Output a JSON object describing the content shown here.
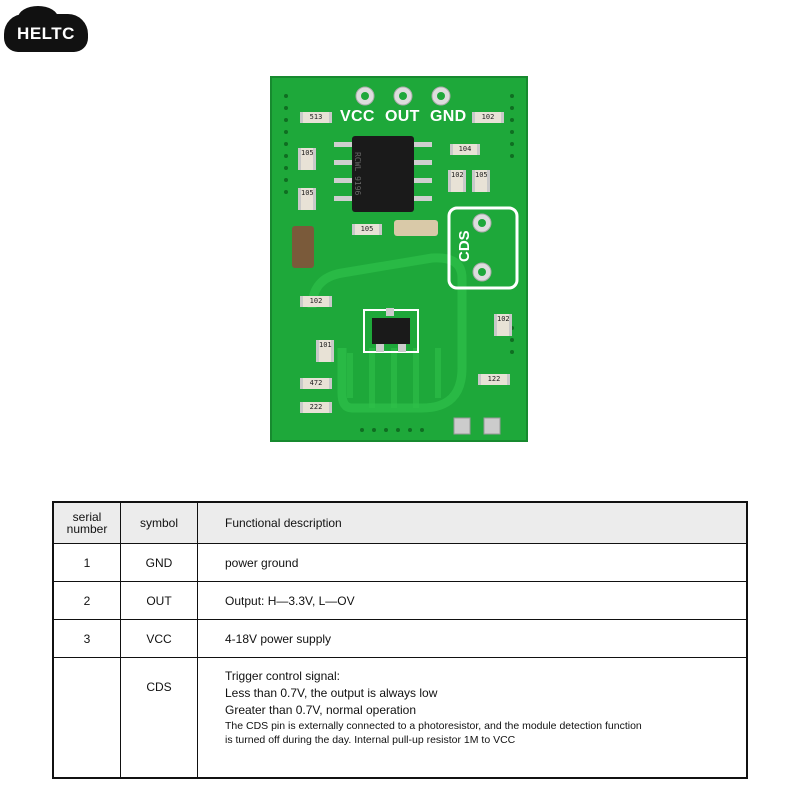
{
  "logo": {
    "text": "HELTC"
  },
  "board": {
    "pins": [
      "VCC",
      "OUT",
      "GND"
    ],
    "cds_label": "CDS",
    "components": [
      "513",
      "105",
      "105",
      "105",
      "102",
      "104",
      "102",
      "105",
      "102",
      "101",
      "472",
      "222",
      "122",
      "102"
    ],
    "chip_marking": "RCWL 9196"
  },
  "table": {
    "headers": {
      "serial": [
        "serial",
        "number"
      ],
      "symbol": "symbol",
      "description": "Functional description"
    },
    "rows": [
      {
        "num": "1",
        "symbol": "GND",
        "desc": "power ground"
      },
      {
        "num": "2",
        "symbol": "OUT",
        "desc": "Output: H—3.3V, L—OV"
      },
      {
        "num": "3",
        "symbol": "VCC",
        "desc": "4-18V power supply"
      }
    ],
    "last_row": {
      "num": "",
      "symbol": "CDS",
      "lines": [
        "Trigger control signal:",
        "Less than 0.7V, the output is always low",
        "Greater than 0.7V, normal operation"
      ],
      "notes": [
        "The CDS pin is externally connected to a photoresistor, and the module detection function",
        "is turned off during the day. Internal pull-up resistor 1M to VCC"
      ]
    }
  }
}
